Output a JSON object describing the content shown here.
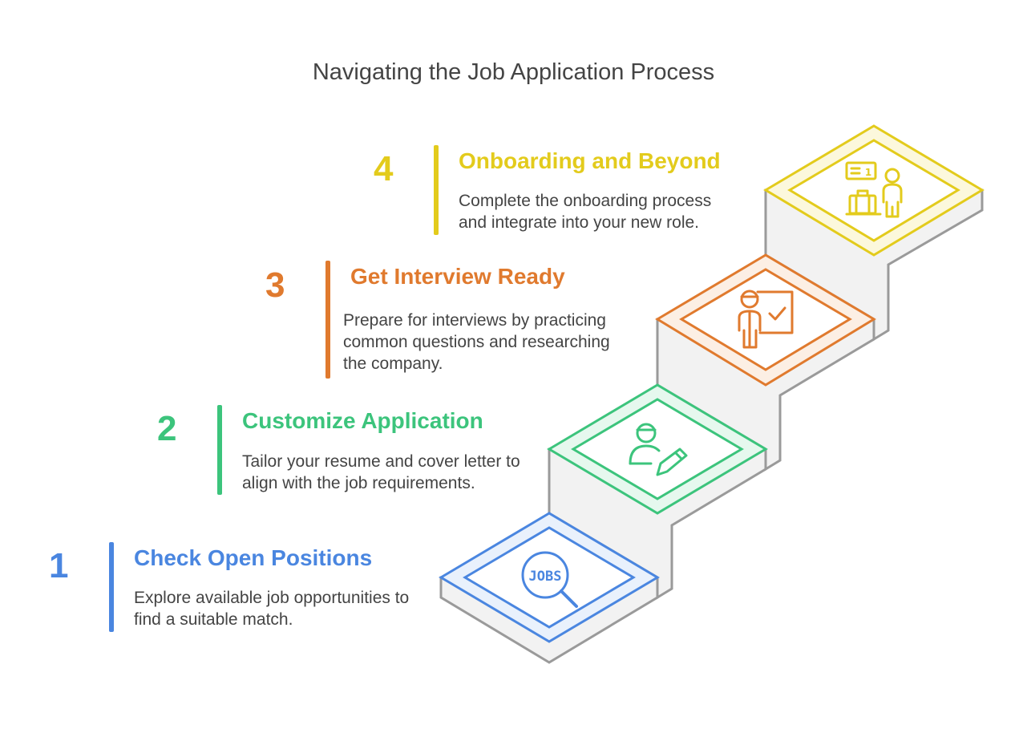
{
  "title": "Navigating the Job Application Process",
  "steps": [
    {
      "number": "1",
      "heading": "Check Open Positions",
      "description": "Explore available job opportunities to find a suitable match.",
      "color": "#4a86e0",
      "icon": "jobs-search-icon"
    },
    {
      "number": "2",
      "heading": "Customize Application",
      "description": "Tailor your resume and cover letter to align with the job requirements.",
      "color": "#3cc47c",
      "icon": "person-edit-icon"
    },
    {
      "number": "3",
      "heading": "Get Interview Ready",
      "description": "Prepare for interviews by practicing common questions and researching the company.",
      "color": "#e07a2e",
      "icon": "person-checklist-icon"
    },
    {
      "number": "4",
      "heading": "Onboarding and Beyond",
      "description": "Complete the onboarding process and integrate into your new role.",
      "color": "#e3cb1c",
      "icon": "badge-luggage-person-icon"
    }
  ],
  "jobs_icon_text": "JOBS",
  "badge_icon_text": "1"
}
